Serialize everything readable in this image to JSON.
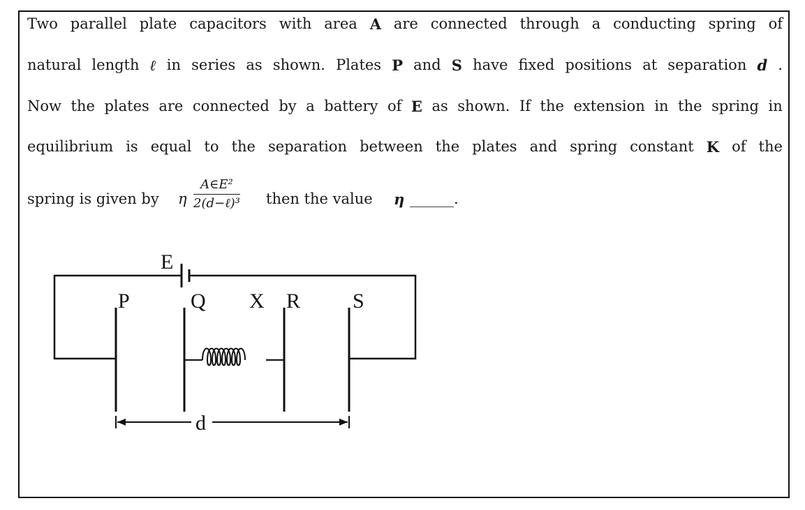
{
  "question": {
    "line1_words": [
      "Two",
      "parallel",
      "plate",
      "capacitors",
      "with",
      "area",
      "A",
      "are",
      "connected",
      "through",
      "a",
      "conducting",
      "spring",
      "of"
    ],
    "line2_words": [
      "natural",
      "length",
      "ℓ",
      "in",
      "series",
      "as",
      "shown.",
      "Plates",
      "P",
      "and",
      "S",
      "have",
      "fixed",
      "positions",
      "at",
      "separation",
      "d",
      "."
    ],
    "line3_words": [
      "Now",
      "the",
      "plates",
      "are",
      "connected",
      "by",
      "a",
      "battery",
      "of",
      "E",
      "as",
      "shown.",
      "If",
      "the",
      "extension",
      "in",
      "the",
      "spring",
      "in"
    ],
    "line4_words": [
      "equilibrium",
      "is",
      "equal",
      "to",
      "the",
      "separation",
      "between",
      "the",
      "plates",
      "and",
      "spring",
      "constant",
      "K",
      "of",
      "the"
    ],
    "line5_prefix": "spring is given by",
    "eta_symbol": "η",
    "fraction_numerator": "A∈E²",
    "fraction_denominator": "2(d−ℓ)³",
    "line5_suffix": "then the value",
    "eta_bold": "η",
    "blank": "______."
  },
  "diagram": {
    "battery_label": "E",
    "plate_labels": [
      "P",
      "Q",
      "X",
      "R",
      "S"
    ],
    "distance_label": "d"
  }
}
